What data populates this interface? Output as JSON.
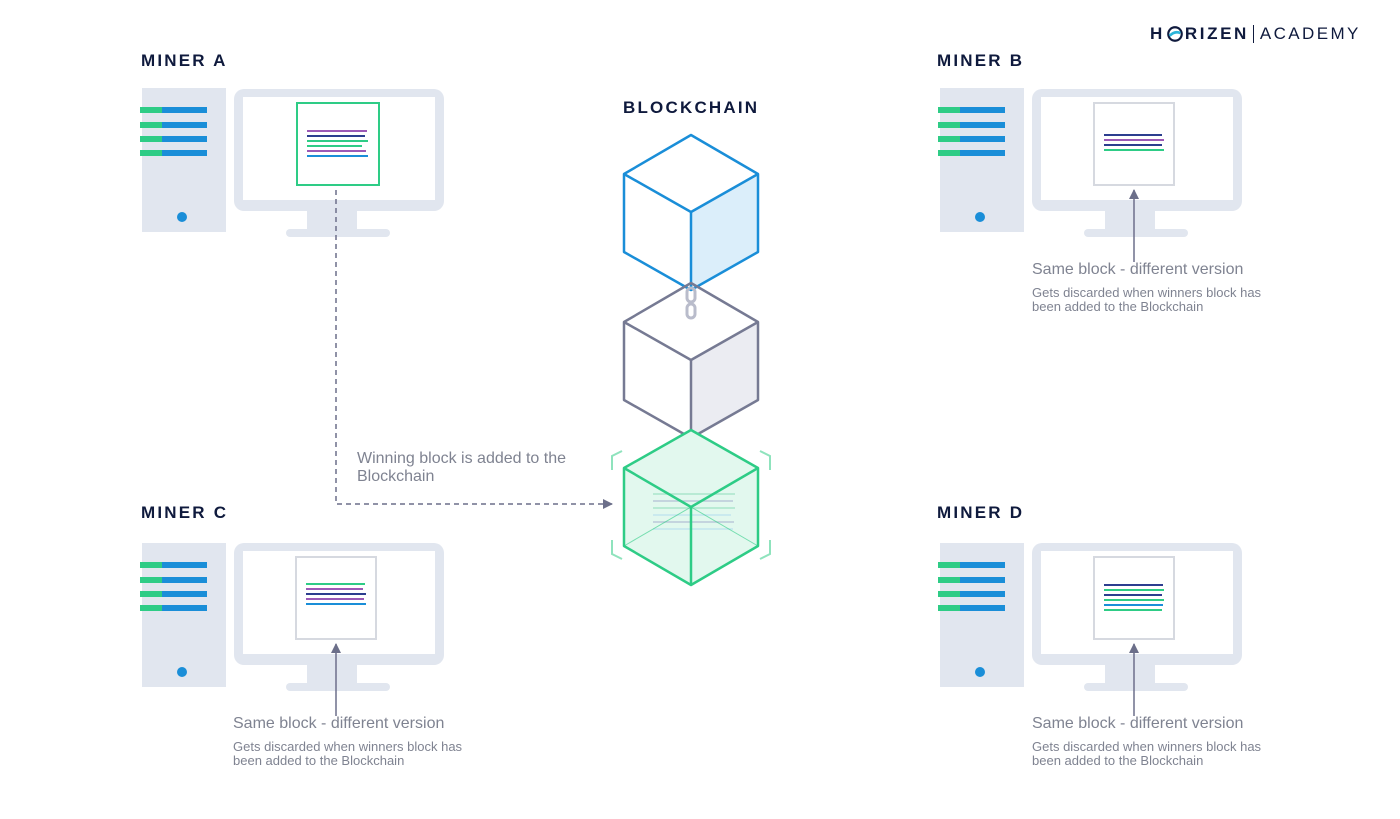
{
  "brand": {
    "name_pre": "H",
    "name_post": "RIZEN",
    "academy": "ACADEMY"
  },
  "blockchain": {
    "title": "BLOCKCHAIN"
  },
  "miners": [
    {
      "id": "a",
      "title": "MINER A",
      "winner": true
    },
    {
      "id": "b",
      "title": "MINER B",
      "caption": "Same block - different version",
      "subcaption": "Gets discarded when winners block has been added to the Blockchain"
    },
    {
      "id": "c",
      "title": "MINER C",
      "caption": "Same block - different version",
      "subcaption": "Gets discarded when winners block has been added to the Blockchain"
    },
    {
      "id": "d",
      "title": "MINER D",
      "caption": "Same block - different version",
      "subcaption": "Gets discarded when winners block has been added to the Blockchain"
    }
  ],
  "winning_note": "Winning block is added to the Blockchain",
  "colors": {
    "navy": "#0f1a3d",
    "blue": "#1a8ed8",
    "green": "#2ecc86",
    "gray_cube": "#767a93",
    "computer": "#e1e6ef",
    "caption": "#7f8391"
  },
  "icons": [
    "computer-icon",
    "server-tower-icon",
    "chain-link-icon",
    "block-cube-icon",
    "arrow-icon"
  ]
}
